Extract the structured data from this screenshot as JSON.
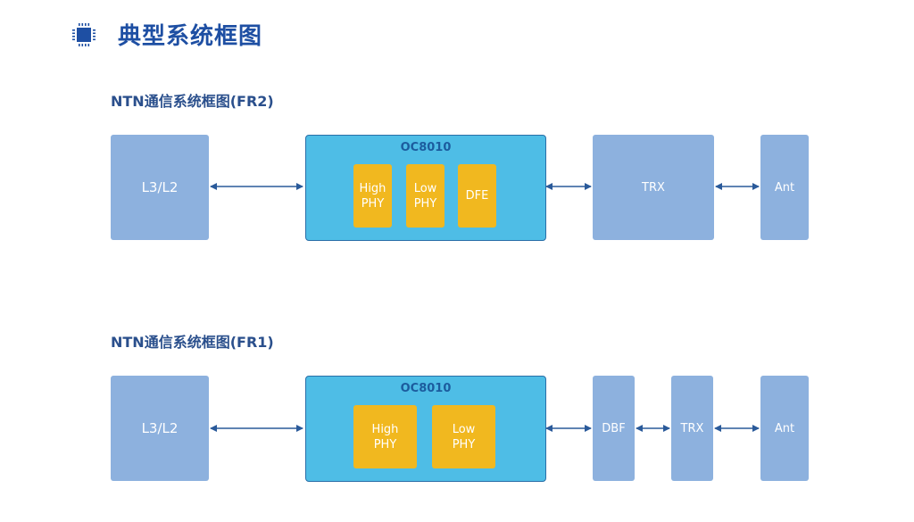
{
  "header": {
    "title": "典型系统框图",
    "icon": "chip-icon"
  },
  "diagrams": [
    {
      "subtitle": "NTN通信系统框图(FR2)",
      "host": "L3/L2",
      "soc": {
        "name": "OC8010",
        "blocks": [
          "High\nPHY",
          "Low\nPHY",
          "DFE"
        ]
      },
      "chain": [
        "TRX",
        "Ant"
      ]
    },
    {
      "subtitle": "NTN通信系统框图(FR1)",
      "host": "L3/L2",
      "soc": {
        "name": "OC8010",
        "blocks": [
          "High\nPHY",
          "Low\nPHY"
        ]
      },
      "chain": [
        "DBF",
        "TRX",
        "Ant"
      ]
    }
  ],
  "colors": {
    "title": "#1e4fa3",
    "box": "#8db1de",
    "soc": "#4ebde6",
    "block": "#f1b81f",
    "arrow": "#2a5a9a"
  }
}
